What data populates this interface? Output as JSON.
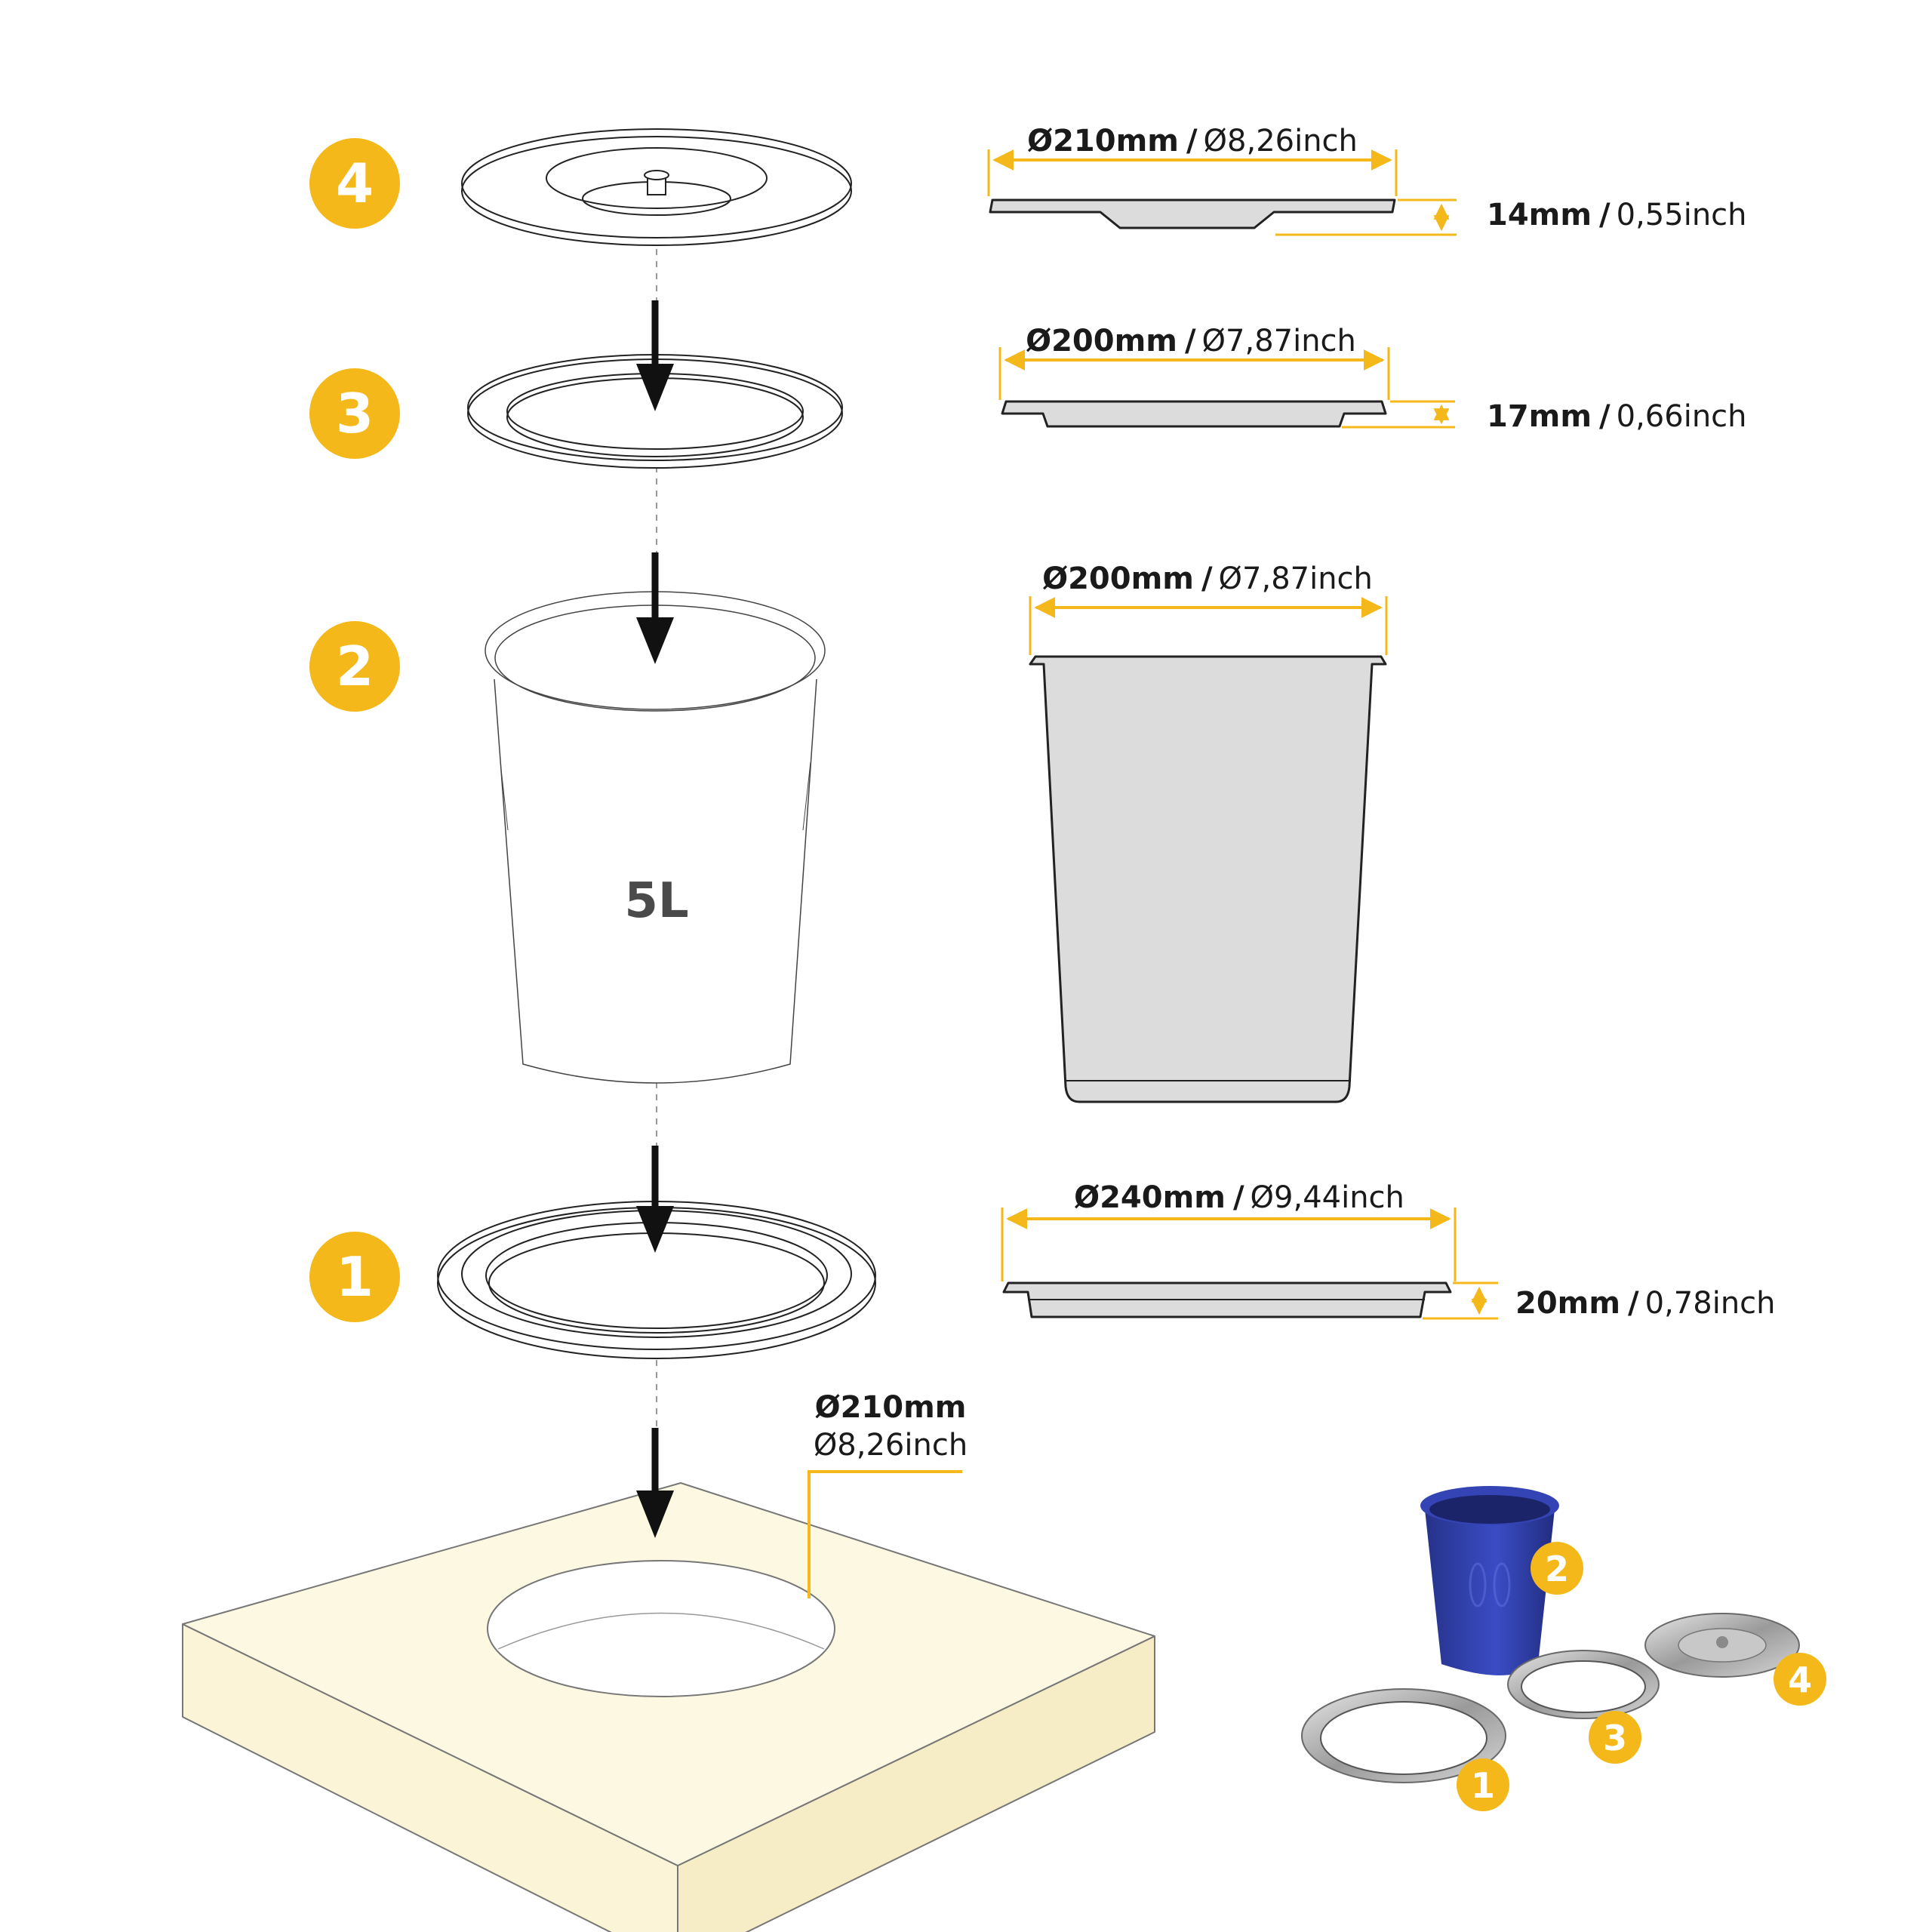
{
  "colors": {
    "accent": "#f4b81a",
    "line": "#222222",
    "metal": "#dcdcdc",
    "counter": "#fdf8e2",
    "bin_blue": "#2f3ea6"
  },
  "steps": [
    {
      "number": "4",
      "part": "lid"
    },
    {
      "number": "3",
      "part": "inner ring"
    },
    {
      "number": "2",
      "part": "bin"
    },
    {
      "number": "1",
      "part": "outer ring"
    }
  ],
  "bin_volume": "5L",
  "dimensions": {
    "lid": {
      "diameter_mm": "Ø210mm",
      "diameter_in": "Ø8,26inch",
      "height_mm": "14mm",
      "height_in": "0,55inch"
    },
    "inner_ring": {
      "diameter_mm": "Ø200mm",
      "diameter_in": "Ø7,87inch",
      "height_mm": "17mm",
      "height_in": "0,66inch"
    },
    "bin": {
      "diameter_mm": "Ø200mm",
      "diameter_in": "Ø7,87inch"
    },
    "outer_ring": {
      "diameter_mm": "Ø240mm",
      "diameter_in": "Ø9,44inch",
      "height_mm": "20mm",
      "height_in": "0,78inch"
    },
    "cutout": {
      "diameter_mm": "Ø210mm",
      "diameter_in": "Ø8,26inch"
    }
  },
  "separator": "/",
  "photo_labels": [
    "1",
    "2",
    "3",
    "4"
  ]
}
